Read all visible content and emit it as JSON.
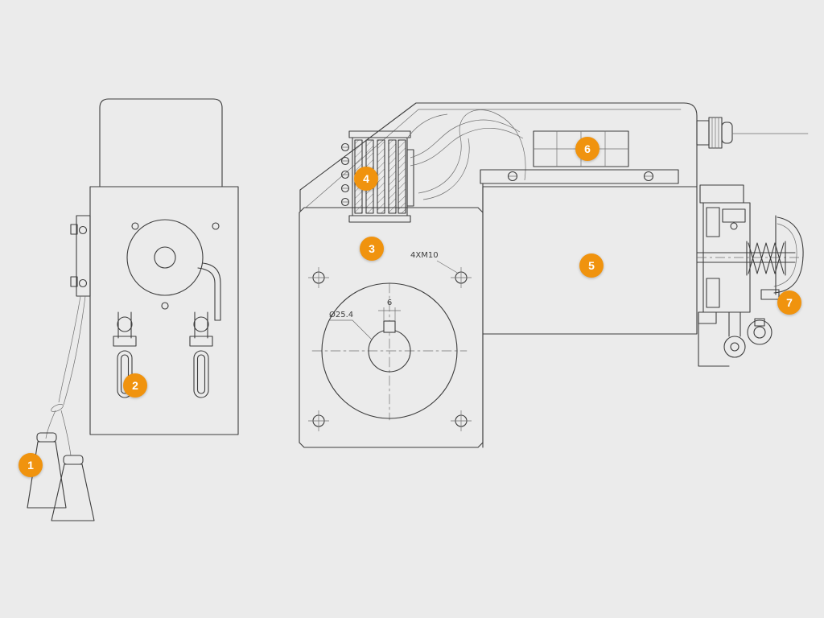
{
  "colors": {
    "bg": "#ebebeb",
    "line": "#3d3d3d",
    "line-soft": "#6f6f6f",
    "accent": "#f0930e"
  },
  "callouts": [
    {
      "label": "1"
    },
    {
      "label": "2"
    },
    {
      "label": "3"
    },
    {
      "label": "4"
    },
    {
      "label": "5"
    },
    {
      "label": "6"
    },
    {
      "label": "7"
    }
  ],
  "labels": {
    "bolt_pattern": "4XM10",
    "bore_diameter": "Ø25.4",
    "keyway_width": "6"
  }
}
